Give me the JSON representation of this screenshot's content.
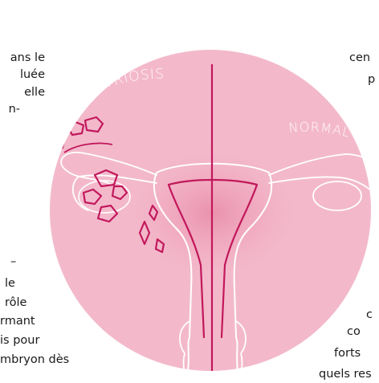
{
  "left_column": {
    "lines": [
      "ans le",
      "luée",
      "elle",
      "n-",
      "–",
      "le",
      "rôle",
      "rmant",
      "is pour",
      "mbryon dès"
    ]
  },
  "right_column": {
    "lines": [
      "cen",
      "p",
      "c",
      "co",
      "forts",
      "quels res"
    ]
  },
  "illustration": {
    "label_left": "ENDOMETRIOSIS",
    "label_right": "NORMAL",
    "circle_color": "#f3b9cb",
    "outline_color": "#ffffff",
    "accent_color": "#c2185b"
  }
}
